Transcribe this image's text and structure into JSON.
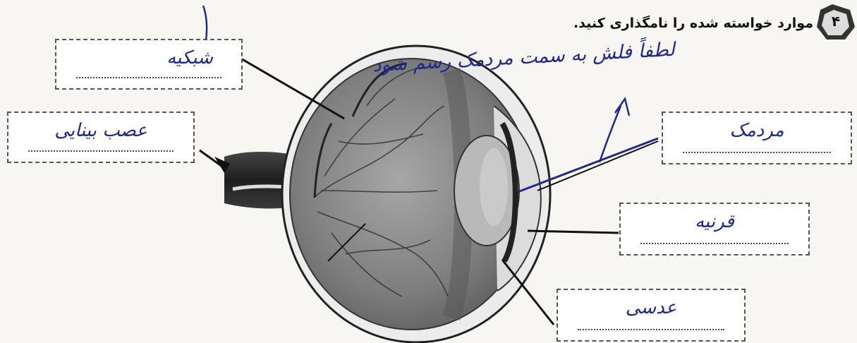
{
  "question": {
    "number": "۴",
    "instruction": "موارد خواسته شده را نامگذاری کنید."
  },
  "handwritten_note": "لطفاً فلش به سمت مردمک رسم شود",
  "labels": [
    {
      "id": "retina",
      "answer": "شبکیه"
    },
    {
      "id": "optic-nerve",
      "answer": "عصب بینایی"
    },
    {
      "id": "pupil",
      "answer": "مردمک"
    },
    {
      "id": "iris",
      "answer": "قرنیه"
    },
    {
      "id": "lens",
      "answer": "عدسی"
    }
  ],
  "colors": {
    "ink": "#1f2a8a",
    "eye_fill": "#8e8e8e"
  }
}
